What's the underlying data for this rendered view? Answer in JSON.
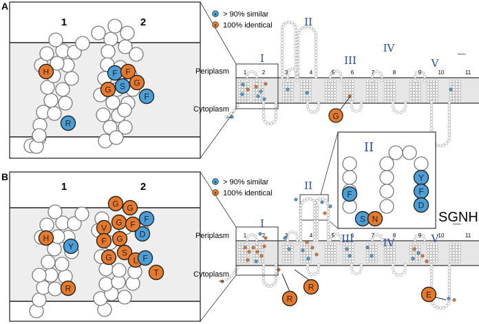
{
  "panels": [
    {
      "letter": "A",
      "zoom": {
        "helix_labels": [
          "1",
          "2"
        ]
      },
      "legend": [
        {
          "symbol": "x",
          "text": "> 90% similar",
          "color": "#4a9fd8"
        },
        {
          "symbol": "x",
          "text": "100% identical",
          "color": "#e8782a"
        }
      ],
      "topology": {
        "periplasm": "Periplasm",
        "cytoplasm": "Cytoplasm",
        "n_term": "H₂N",
        "c_term": "HOOC",
        "tm_numbers": [
          "1",
          "2",
          "3",
          "4",
          "5",
          "6",
          "7",
          "8",
          "9",
          "10",
          "11"
        ],
        "region_labels": [
          "I",
          "II",
          "III",
          "IV",
          "V"
        ]
      },
      "residue_callouts": [
        {
          "letter": "H",
          "color": "orange"
        },
        {
          "letter": "F",
          "color": "blue"
        },
        {
          "letter": "F",
          "color": "orange"
        },
        {
          "letter": "G",
          "color": "orange"
        },
        {
          "letter": "S",
          "color": "blue"
        },
        {
          "letter": "G",
          "color": "orange"
        },
        {
          "letter": "F",
          "color": "blue"
        },
        {
          "letter": "R",
          "color": "blue"
        },
        {
          "letter": "G",
          "color": "orange"
        }
      ]
    },
    {
      "letter": "B",
      "zoom": {
        "helix_labels": [
          "1",
          "2"
        ]
      },
      "legend": [
        {
          "symbol": "x",
          "text": "> 90% similar",
          "color": "#4a9fd8"
        },
        {
          "symbol": "x",
          "text": "100% identical",
          "color": "#e8782a"
        }
      ],
      "inset_label": "II",
      "inset_residues": [
        "Y",
        "F",
        "D",
        "F",
        "S",
        "N"
      ],
      "sgnh": "SGNH",
      "topology": {
        "periplasm": "Periplasm",
        "cytoplasm": "Cytoplasm",
        "n_term": "H₂N",
        "c_term": "HOOC",
        "tm_numbers": [
          "1",
          "2",
          "3",
          "4",
          "5",
          "6",
          "7",
          "8",
          "9",
          "10",
          "11"
        ],
        "region_labels": [
          "I",
          "II",
          "III",
          "IV",
          "V"
        ]
      },
      "residue_callouts": [
        "G",
        "G",
        "F",
        "D",
        "V",
        "G",
        "F",
        "F",
        "G",
        "S",
        "L",
        "F",
        "T",
        "H",
        "Y",
        "R",
        "R",
        "R",
        "E"
      ]
    }
  ]
}
